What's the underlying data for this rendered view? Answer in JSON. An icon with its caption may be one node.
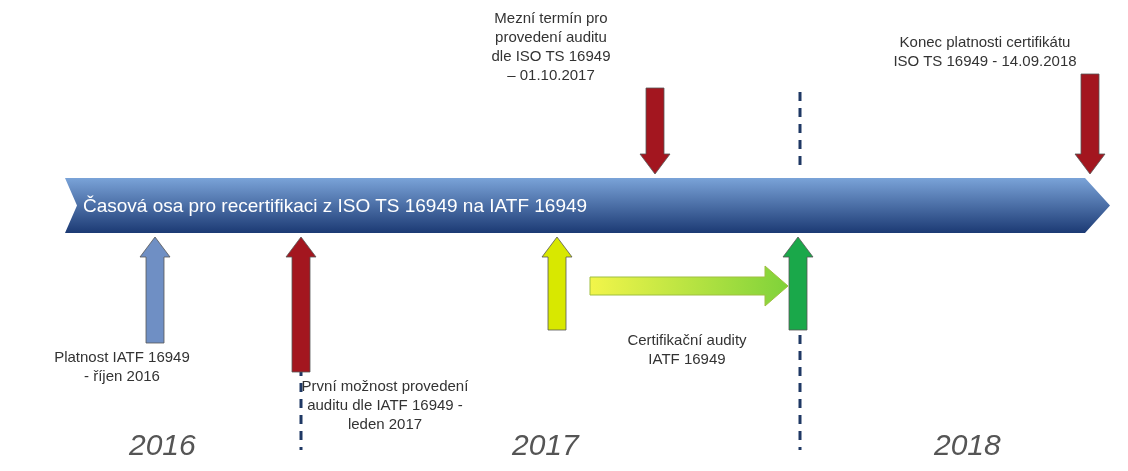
{
  "diagram": {
    "nodes": [
      {
        "text": [
          "Časová osa pro recertifikaci z ISO TS 16949 na IATF 16949"
        ]
      },
      {
        "text": [
          "Mezní termín pro provedení auditu dle ISO TS 16949 – 01.10.2017"
        ]
      },
      {
        "text": [
          "Konec platnosti certifikátu ISO TS 16949 - 14.09.2018"
        ]
      },
      {
        "text": [
          "Platnost IATF 16949 - říjen 2016"
        ]
      },
      {
        "text": [
          "Certifikační audity IATF 16949"
        ]
      },
      {
        "text": [
          "První možnost provedení auditu dle IATF 16949 - leden 2017"
        ]
      }
    ],
    "edges": [
      {
        "from": 1,
        "to": 0,
        "arrow": "to"
      },
      {
        "from": 2,
        "to": 0,
        "arrow": "to"
      },
      {
        "from": 3,
        "to": 0,
        "arrow": "to",
        "color": "#6f8fc4"
      },
      {
        "from": 5,
        "to": 0,
        "arrow": "to"
      },
      {
        "from": null,
        "to": 0,
        "arrow": "to",
        "color": "#d8e800"
      },
      {
        "from": null,
        "to": 0,
        "arrow": "to",
        "color": "#1aa84a"
      },
      {
        "from": 4,
        "to": null,
        "arrow": "to",
        "color": "#7fd23a"
      }
    ],
    "labels": [
      "2016",
      "2017",
      "2018"
    ]
  }
}
